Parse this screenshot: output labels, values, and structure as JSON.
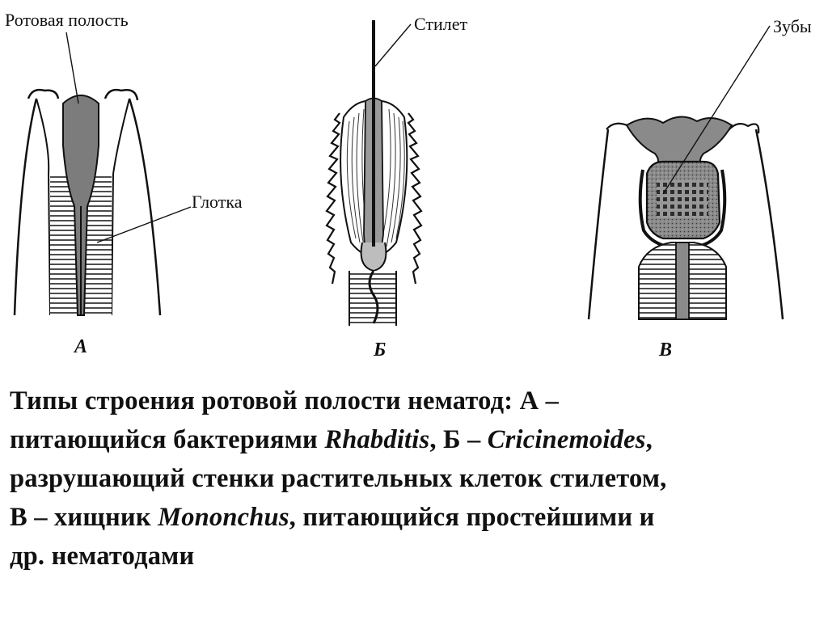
{
  "figure": {
    "labels": {
      "mouth_cavity": "Ротовая полость",
      "pharynx": "Глотка",
      "stylet": "Стилет",
      "teeth": "Зубы"
    },
    "panels": [
      "А",
      "Б",
      "В"
    ]
  },
  "caption": {
    "line1": "Типы строения ротовой полости нематод: А –",
    "line2_a": "питающийся бактериями ",
    "line2_genus": "Rhabditis",
    "line2_b": ", Б – ",
    "line2_genus2": "Cricinemoides",
    "line2_c": ",",
    "line3": "разрушающий стенки растительных клеток стилетом,",
    "line4_a": "В – хищник ",
    "line4_genus": "Mononchus",
    "line4_b": ", питающийся простейшими и",
    "line5": "др. нематодами"
  }
}
